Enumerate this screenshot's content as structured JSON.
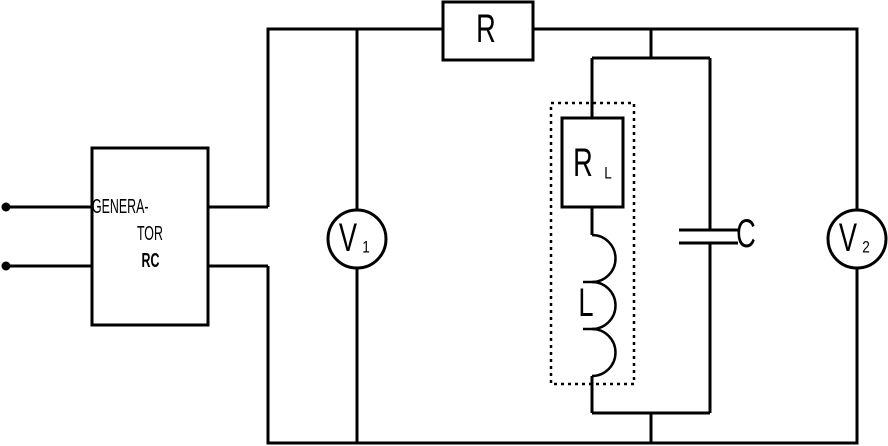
{
  "colors": {
    "line": "#000000",
    "background": "#ffffff"
  },
  "generator": {
    "line1": "GENERA-",
    "line2": "TOR",
    "line3": "RC"
  },
  "components": {
    "series_resistor": {
      "label": "R"
    },
    "coil_resistance": {
      "label": "R",
      "subscript": "L"
    },
    "inductor": {
      "label": "L"
    },
    "capacitor": {
      "label": "C"
    },
    "voltmeter_1": {
      "label": "V",
      "subscript": "1"
    },
    "voltmeter_2": {
      "label": "V",
      "subscript": "2"
    }
  }
}
